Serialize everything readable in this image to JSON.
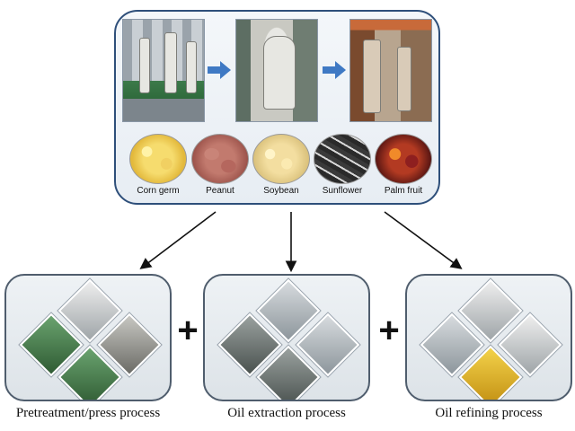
{
  "raw_materials": [
    {
      "label": "Corn germ"
    },
    {
      "label": "Peanut"
    },
    {
      "label": "Soybean"
    },
    {
      "label": "Sunflower"
    },
    {
      "label": "Palm fruit"
    }
  ],
  "processes": [
    {
      "label": "Pretreatment/press process"
    },
    {
      "label": "Oil extraction process"
    },
    {
      "label": "Oil refining process"
    }
  ],
  "plus_symbol": "+",
  "colors": {
    "panel_border": "#2e4f7a",
    "arrow_blue": "#3f79c4",
    "connector": "#111111"
  }
}
